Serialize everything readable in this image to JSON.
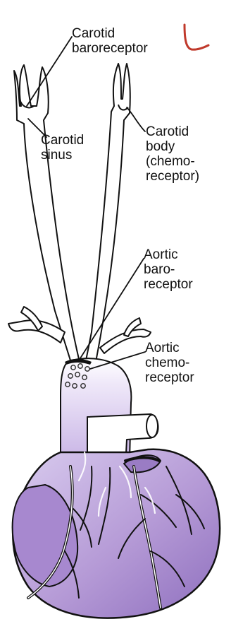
{
  "labels": {
    "carotid_baroreceptor": [
      "Carotid",
      "baroreceptor"
    ],
    "carotid_sinus": [
      "Carotid",
      "sinus"
    ],
    "carotid_body": [
      "Carotid",
      "body",
      "(chemo-",
      "receptor)"
    ],
    "aortic_baroreceptor": [
      "Aortic",
      "baro-",
      "receptor"
    ],
    "aortic_chemoreceptor": [
      "Aortic",
      "chemo-",
      "receptor"
    ]
  },
  "colors": {
    "heart_fill": "#b59ad6",
    "heart_dark": "#7e5ea8",
    "aorta_fill": "#d8c9ee",
    "vessel_fill": "#ffffff",
    "outline": "#111111",
    "annotation_mark": "#c0392b"
  }
}
